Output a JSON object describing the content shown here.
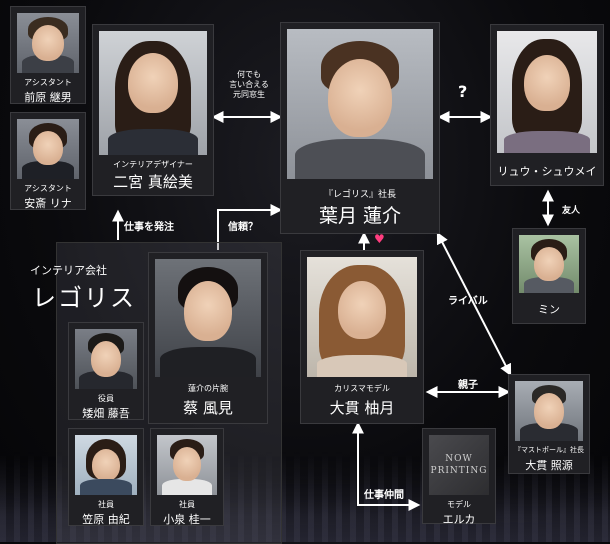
{
  "group": {
    "title_small": "インテリア会社",
    "title_big": "レゴリス"
  },
  "people": {
    "maehara": {
      "role": "アシスタント",
      "name": "前原 継男"
    },
    "anzai": {
      "role": "アシスタント",
      "name": "安斎 リナ"
    },
    "ninomiya": {
      "role": "インテリアデザイナー",
      "name": "二宮 真絵美"
    },
    "hazuki": {
      "role": "『レゴリス』社長",
      "name": "葉月 蓮介"
    },
    "ryu": {
      "role": "",
      "name": "リュウ・シュウメイ"
    },
    "min": {
      "role": "",
      "name": "ミン"
    },
    "sai": {
      "role": "蓮介の片腕",
      "name": "蔡 風見"
    },
    "onuki": {
      "role": "カリスマモデル",
      "name": "大貫 柚月"
    },
    "kabata": {
      "role": "役員",
      "name": "矮畑 藤吾"
    },
    "kasahara": {
      "role": "社員",
      "name": "笠原 由紀"
    },
    "koizumi": {
      "role": "社員",
      "name": "小泉 桂一"
    },
    "teruhara": {
      "role": "『マストポール』社長",
      "name": "大貫 照源"
    },
    "erika": {
      "role": "モデル",
      "name": "エルカ"
    }
  },
  "now_printing": {
    "line1": "NOW",
    "line2": "PRINTING"
  },
  "relations": {
    "classmate_line1": "何でも",
    "classmate_line2": "言い合える",
    "classmate_line3": "元同窓生",
    "unknown": "?",
    "friend": "友人",
    "order": "仕事を発注",
    "trust": "信頼？",
    "rival": "ライバル",
    "parent": "親子",
    "colleague": "仕事仲間",
    "heart": "♥"
  }
}
